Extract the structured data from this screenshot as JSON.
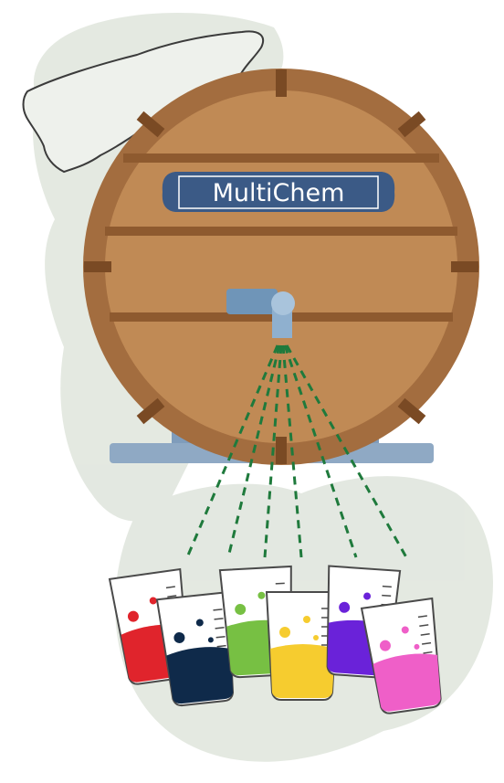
{
  "sign": {
    "label": "MultiChem"
  },
  "colors": {
    "barrel_wood": "#c08a55",
    "barrel_rim": "#a36d3f",
    "barrel_stripe": "#8e5a2f",
    "sign_bg": "#3b5a86",
    "tap": "#6f95b8",
    "stand": "#8fa9c4",
    "spray": "#1f7a3c",
    "map_bg": "#dfe5dc"
  },
  "beakers": [
    {
      "color": "#e0242c",
      "name": "red"
    },
    {
      "color": "#0f2a4a",
      "name": "navy"
    },
    {
      "color": "#77c043",
      "name": "green"
    },
    {
      "color": "#f6cc2f",
      "name": "yellow"
    },
    {
      "color": "#6a22d9",
      "name": "purple"
    },
    {
      "color": "#ef5fc8",
      "name": "pink"
    }
  ]
}
